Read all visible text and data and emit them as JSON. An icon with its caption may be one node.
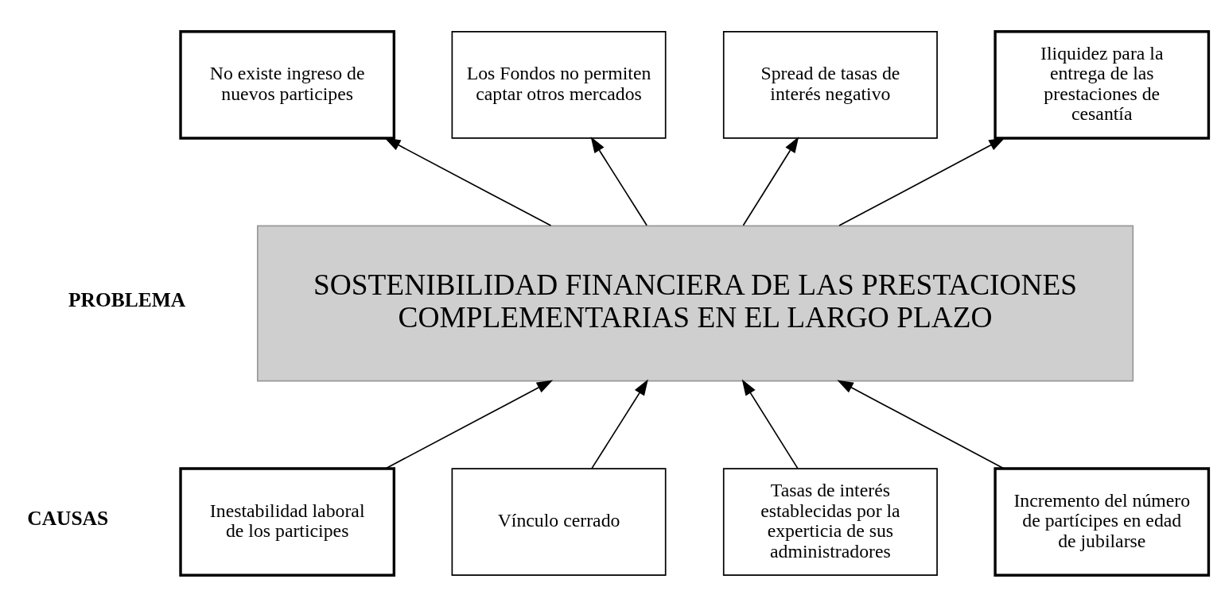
{
  "diagram": {
    "nodes": [
      {
        "text": [
          "No existe ingreso de nuevos participes"
        ]
      },
      {
        "text": [
          "Los Fondos no permiten captar otros mercados"
        ]
      },
      {
        "text": [
          "Spread de tasas de interés negativo"
        ]
      },
      {
        "text": [
          "Iliquidez para la entrega de las prestaciones de cesantía"
        ]
      },
      {
        "text": [
          "SOSTENIBILIDAD FINANCIERA DE LAS PRESTACIONES COMPLEMENTARIAS EN EL LARGO PLAZO"
        ]
      },
      {
        "text": [
          "Inestabilidad laboral de los participes"
        ]
      },
      {
        "text": [
          "Vínculo cerrado"
        ]
      },
      {
        "text": [
          "Tasas de interés establecidas por la experticia de sus administradores"
        ]
      },
      {
        "text": [
          "Incremento del número de partícipes en edad de jubilarse"
        ]
      }
    ],
    "edges": [
      {
        "from": 4,
        "to": 0,
        "arrow": "to"
      },
      {
        "from": 4,
        "to": 1,
        "arrow": "to"
      },
      {
        "from": 4,
        "to": 2,
        "arrow": "to"
      },
      {
        "from": 4,
        "to": 3,
        "arrow": "to"
      },
      {
        "from": 5,
        "to": 4,
        "arrow": "to"
      },
      {
        "from": 6,
        "to": 4,
        "arrow": "to"
      },
      {
        "from": 7,
        "to": 4,
        "arrow": "to"
      },
      {
        "from": 8,
        "to": 4,
        "arrow": "to"
      }
    ],
    "labels": [
      "PROBLEMA",
      "CAUSAS"
    ]
  }
}
